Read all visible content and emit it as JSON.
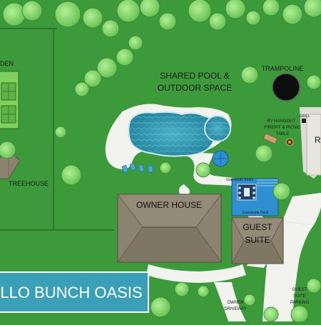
{
  "map": {
    "title": "LLO BUNCH OASIS",
    "colors": {
      "grass": "#3d9a3a",
      "pool": "#2a8aa6",
      "path": "#f2f2ee",
      "roof": "#8b8270",
      "deck": "#2f8fd0",
      "title_bg": "#3aa0b8",
      "tree": "#8fe07a"
    },
    "labels": {
      "garden_partial": "DEN",
      "treehouse": "TREEHOUSE",
      "pool_line1": "SHARED POOL &",
      "pool_line2": "OUTDOOR SPACE",
      "trampoline": "TRAMPOLINE",
      "rv_line1": "RV HANGOUT -",
      "rv_line2": "FIREPIT & PICNIC",
      "rv_line3": "TABLE",
      "grill": "GRILL",
      "r_partial": "R",
      "guestsuite_stairs": "Guestsuite Stairs",
      "guestsuite_deck": "Guestsuite Deck",
      "owner_house": "OWNER HOUSE",
      "guest_suite_line1": "GUEST",
      "guest_suite_line2": "SUITE",
      "owner_driveway_line1": "OWNER",
      "owner_driveway_line2": "DRIVEWAY",
      "guest_parking_line1": "GUEST",
      "guest_parking_line2": "SUITE",
      "guest_parking_line3": "PARKING"
    }
  }
}
